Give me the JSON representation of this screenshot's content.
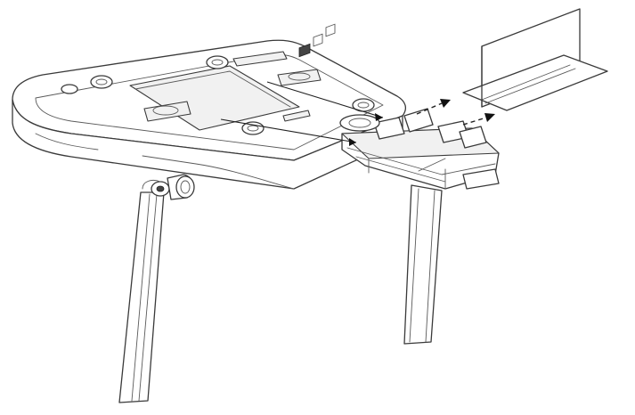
{
  "figure": {
    "alt_subject": "",
    "colors": {
      "line": "#3a3a3a",
      "fill": "#ffffff",
      "shade": "#f1f1f1",
      "arrow": "#222222"
    },
    "icons": [
      "access-point-device",
      "antenna-left",
      "antenna-right",
      "mounting-bracket",
      "wall-panel",
      "dashed-arrow"
    ]
  }
}
